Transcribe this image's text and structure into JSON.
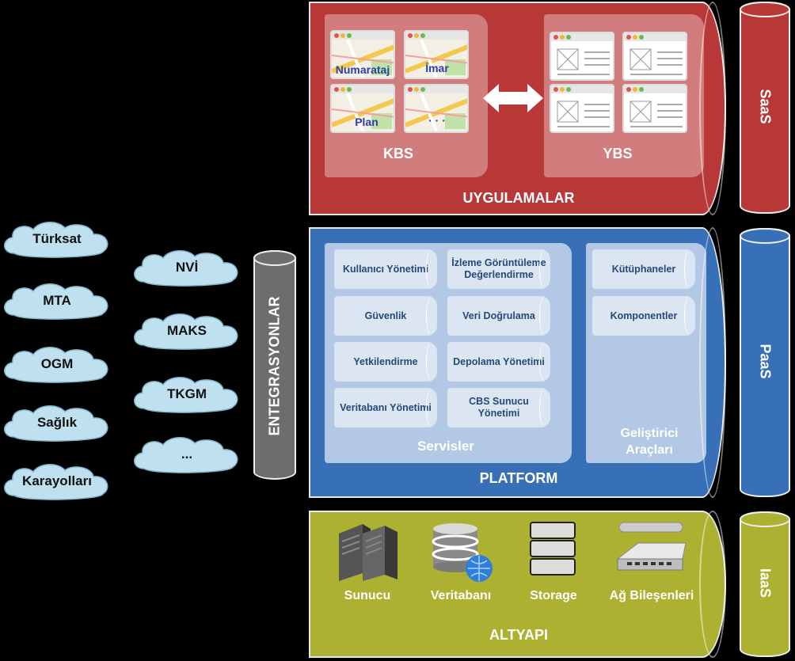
{
  "saas": {
    "title": "UYGULAMALAR",
    "kbs": "KBS",
    "ybs": "YBS",
    "tag": "SaaS",
    "maps": [
      "Numarataj",
      "İmar",
      "Plan",
      "· · ·"
    ]
  },
  "paas": {
    "title": "PLATFORM",
    "tag": "PaaS",
    "services_title": "Servisler",
    "services": [
      "Kullanıcı Yönetimi",
      "İzleme Görüntüleme Değerlendirme",
      "Güvenlik",
      "Veri Doğrulama",
      "Yetkilendirme",
      "Depolama Yönetimi",
      "Veritabanı Yönetimi",
      "CBS Sunucu Yönetimi"
    ],
    "dev_title": "Geliştirici Araçları",
    "dev": [
      "Kütüphaneler",
      "Komponentler"
    ]
  },
  "iaas": {
    "title": "ALTYAPI",
    "tag": "IaaS",
    "items": [
      "Sunucu",
      "Veritabanı",
      "Storage",
      "Ağ Bileşenleri"
    ]
  },
  "integration": "ENTEGRASYONLAR",
  "left_clouds": [
    "Türksat",
    "MTA",
    "OGM",
    "Sağlık",
    "Karayolları"
  ],
  "mid_clouds": [
    "NVİ",
    "MAKS",
    "TKGM",
    "..."
  ],
  "colors": {
    "saas": "#b83838",
    "paas": "#3870b8",
    "iaas": "#adb131",
    "integration": "#6d6d6d"
  }
}
